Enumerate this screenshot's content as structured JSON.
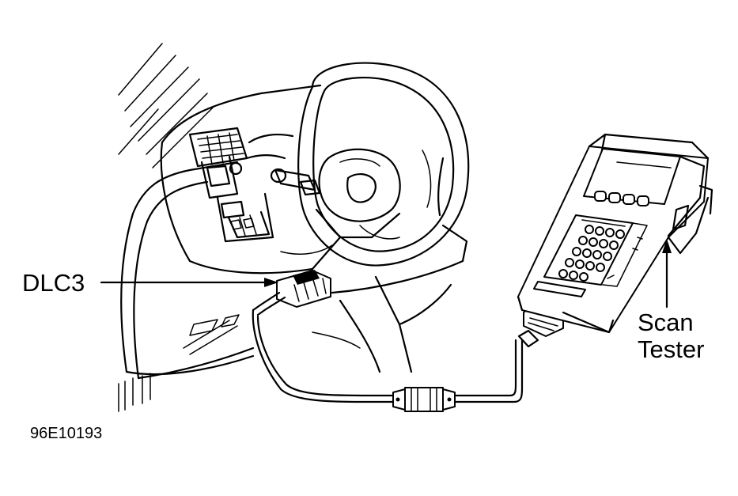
{
  "labels": {
    "dlc3": "DLC3",
    "scan_tester_line1": "Scan",
    "scan_tester_line2": "Tester",
    "figure_id": "96E10193"
  },
  "colors": {
    "line": "#000000",
    "background": "#ffffff"
  }
}
